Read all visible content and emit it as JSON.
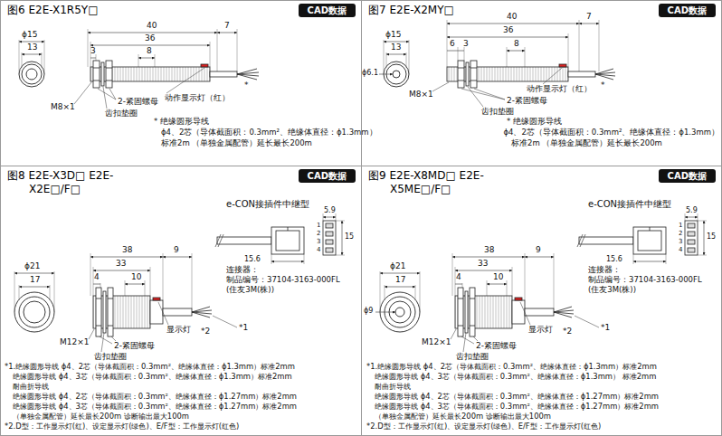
{
  "diagram": {
    "nodes": [
      {
        "text": [
          "图6 E2E-X1R5Y□"
        ]
      },
      {
        "text": [
          "CAD数据"
        ],
        "in": 0
      },
      {
        "text": [
          "图7 E2E-X2MY□"
        ]
      },
      {
        "text": [
          "CAD数据"
        ],
        "in": 2
      },
      {
        "text": [
          "图8 E2E-X3D□ E2E-X2E□/F□"
        ]
      },
      {
        "text": [
          "CAD数据"
        ],
        "in": 4
      },
      {
        "text": [
          "图9 E2E-X8MD□ E2E-X5ME□/F□"
        ]
      },
      {
        "text": [
          "CAD数据"
        ],
        "in": 6
      }
    ],
    "labels": [
      "ϕ15",
      "13",
      "40",
      "7",
      "36",
      "3",
      "8",
      "M8×1",
      "2-紧固螺母",
      "齿扣垫圈",
      "动作显示灯（红）",
      "*",
      "* 绝缘圆形导线",
      "ϕ4、2芯（导体截面积：0.3mm²、绝缘体直径：ϕ1.3mm）",
      "标准2m （单独金属配管）延长最长200m",
      "ϕ15",
      "13",
      "ϕ6.1",
      "40",
      "7",
      "36",
      "6",
      "3",
      "8",
      "M8×1",
      "动作显示灯（红）",
      "*",
      "2-紧固螺母",
      "齿扣垫圈",
      "* 绝缘圆形导线",
      "ϕ4、2芯（导体截面积：0.3mm²、绝缘体直径：ϕ1.3mm）",
      "标准2m （单独金属配管）延长最长200m",
      "e-CON接插件中继型",
      "5.9",
      "1",
      "2",
      "3",
      "4",
      "15",
      "15.6",
      "连接器：",
      "制品编号：37104-3163-000FL",
      "(住友3M(株))",
      "ϕ21",
      "17",
      "38",
      "9",
      "33",
      "4",
      "10",
      "M12×1",
      "2-紧固螺母",
      "齿扣垫圈",
      "显示灯",
      "*2",
      "*1",
      "*1.绝缘圆形导线 ϕ4、2芯（导体截面积：0.3mm²、绝缘体直径：ϕ1.3mm）标准2mm",
      "绝缘圆形导线 ϕ4、3芯（导体截面积：0.3mm²、绝缘体直径：ϕ1.3mm）标准2mm",
      "耐曲折导线",
      "绝缘圆形导线 ϕ4、2芯（导体截面积：0.3mm²、绝缘体直径：ϕ1.27mm）标准2mm",
      "绝缘圆形导线 ϕ4、3芯（导体截面积：0.3mm²、绝缘体直径：ϕ1.27mm）标准2mm",
      "（单独金属配管）延长最长200m 诊断输出最大100m",
      "*2.D型：工作显示灯(红)、设定显示灯(绿色)、E/F型：工作显示灯(红色)",
      "e-CON接插件中继型",
      "5.9",
      "1",
      "2",
      "3",
      "4",
      "15",
      "15.6",
      "连接器：",
      "制品编号：37104-3163-000FL",
      "(住友3M(株))",
      "ϕ21",
      "17",
      "ϕ9",
      "38",
      "9",
      "33",
      "4",
      "10",
      "M12×1",
      "2-紧固螺母",
      "齿扣垫圈",
      "显示灯",
      "*2",
      "*1",
      "*1.绝缘圆形导线 ϕ4、2芯（导体截面积：0.3mm²、绝缘体直径：ϕ1.3mm）标准2mm",
      "绝缘圆形导线 ϕ4、3芯（导体截面积：0.3mm²、绝缘体直径：ϕ1.3mm） 标准2mm",
      "耐曲折导线",
      "绝缘圆形导线 ϕ4、2芯（导体截面积：0.3mm²、绝缘体直径：ϕ1.27mm）标准2mm",
      "绝缘圆形导线 ϕ4、3芯（导体截面积：0.3mm²、绝缘体直径：ϕ1.27mm）标准2mm",
      "（单独金属配管）延长最长200m 诊断输出最大100m",
      "*2.D型：工作显示灯(红)、设定显示灯(绿色)、E/F型：工作显示灯(红色)"
    ]
  }
}
